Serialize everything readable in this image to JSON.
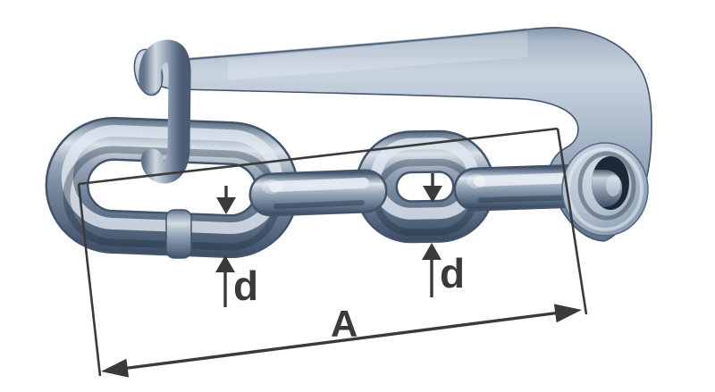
{
  "figure": {
    "background_color": "#ffffff",
    "subject": "chain-with-hook-technical-illustration",
    "metal_palette": {
      "highlight": "#dee5ec",
      "light": "#c3cfdb",
      "mid": "#8294aa",
      "dark": "#5a6d85",
      "edge": "#3c4d63"
    },
    "annotations": {
      "color": "#3a3a3a",
      "labels": {
        "d_left": "d",
        "d_right": "d",
        "A": "A"
      }
    }
  }
}
